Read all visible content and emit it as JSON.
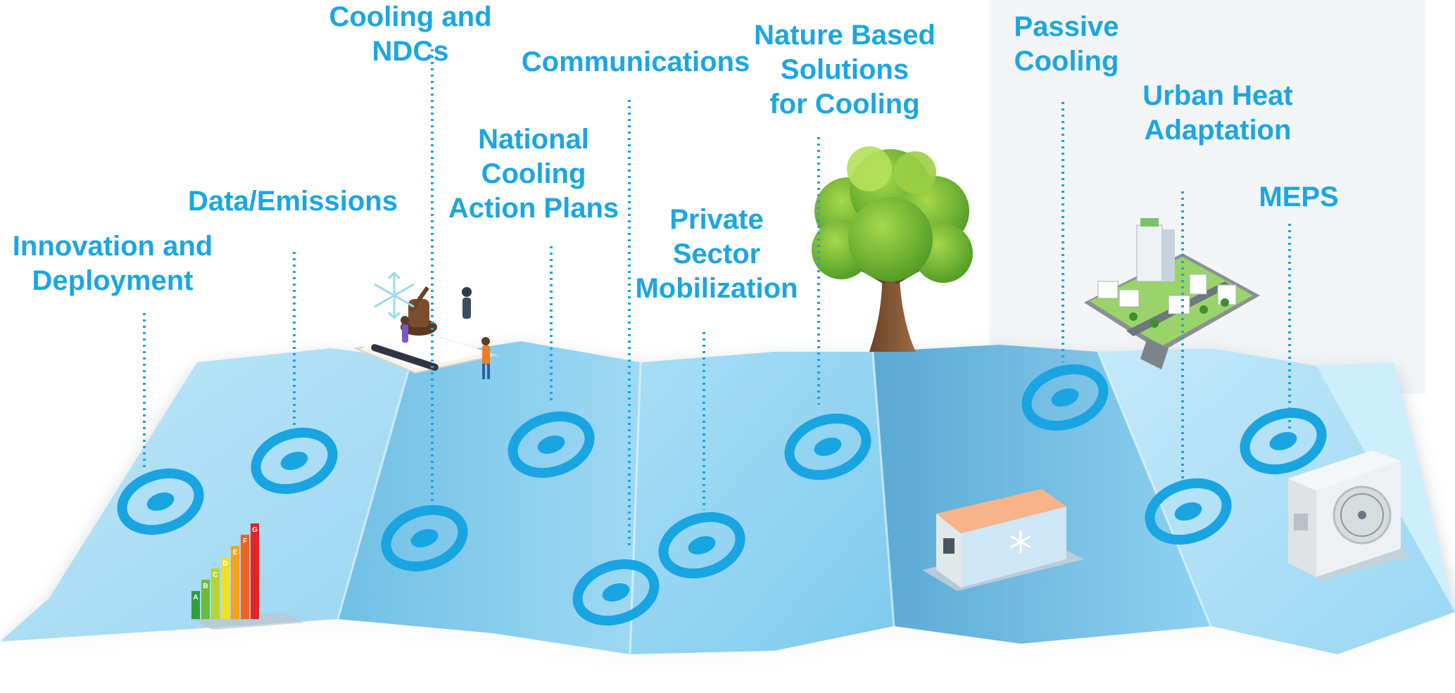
{
  "topics": [
    {
      "label": "Cooling and\nNDCs"
    },
    {
      "label": "Communications"
    },
    {
      "label": "Nature Based\nSolutions\nfor Cooling"
    },
    {
      "label": "Passive\nCooling"
    },
    {
      "label": "Urban Heat\nAdaptation"
    },
    {
      "label": "MEPS"
    },
    {
      "label": "Data/Emissions"
    },
    {
      "label": "National\nCooling\nAction Plans"
    },
    {
      "label": "Private\nSector\nMobilization"
    },
    {
      "label": "Innovation and\nDeployment"
    }
  ],
  "energy_rating_letters": [
    "A",
    "B",
    "C",
    "D",
    "E",
    "F",
    "G"
  ],
  "colors": {
    "label_blue": "#1aa6e4",
    "map_light": "#b8e4f7",
    "map_mid": "#8fd3f1",
    "map_dark": "#5fb6dd",
    "marker_blue": "#19a4e2"
  },
  "icons": [
    "snowflake-icon",
    "gavel-icon",
    "tree-icon",
    "city-icon",
    "refrigerator-icon",
    "air-conditioner-icon",
    "energy-rating-chart-icon"
  ]
}
